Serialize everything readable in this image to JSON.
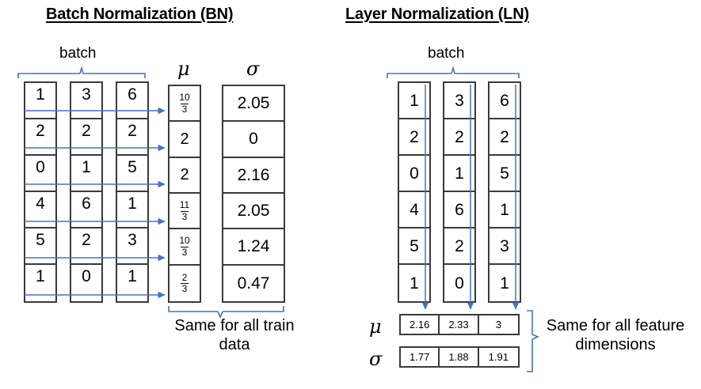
{
  "panels": {
    "bn": {
      "title": "Batch Normalization (BN)",
      "batch_label": "batch",
      "mu_symbol": "μ",
      "sigma_symbol": "σ",
      "data_columns": [
        [
          "1",
          "2",
          "0",
          "4",
          "5",
          "1"
        ],
        [
          "3",
          "2",
          "1",
          "6",
          "2",
          "0"
        ],
        [
          "6",
          "2",
          "5",
          "1",
          "3",
          "1"
        ]
      ],
      "mu_values": [
        {
          "type": "fraction",
          "num": "10",
          "den": "3"
        },
        {
          "type": "plain",
          "text": "2"
        },
        {
          "type": "plain",
          "text": "2"
        },
        {
          "type": "fraction",
          "num": "11",
          "den": "3"
        },
        {
          "type": "fraction",
          "num": "10",
          "den": "3"
        },
        {
          "type": "fraction",
          "num": "2",
          "den": "3"
        }
      ],
      "sigma_values": [
        "2.05",
        "0",
        "2.16",
        "2.05",
        "1.24",
        "0.47"
      ],
      "caption_line1": "Same for all train",
      "caption_line2": "data"
    },
    "ln": {
      "title": "Layer Normalization (LN)",
      "batch_label": "batch",
      "mu_symbol": "μ",
      "sigma_symbol": "σ",
      "data_columns": [
        [
          "1",
          "2",
          "0",
          "4",
          "5",
          "1"
        ],
        [
          "3",
          "2",
          "1",
          "6",
          "2",
          "0"
        ],
        [
          "6",
          "2",
          "5",
          "1",
          "3",
          "1"
        ]
      ],
      "mu_values": [
        "2.16",
        "2.33",
        "3"
      ],
      "sigma_values": [
        "1.77",
        "1.88",
        "1.91"
      ],
      "caption_line1": "Same for all feature",
      "caption_line2": "dimensions"
    }
  },
  "colors": {
    "arrow_blue": "#4472C4",
    "box_border": "#3a3a3a",
    "text": "#000000",
    "background": "#ffffff"
  }
}
